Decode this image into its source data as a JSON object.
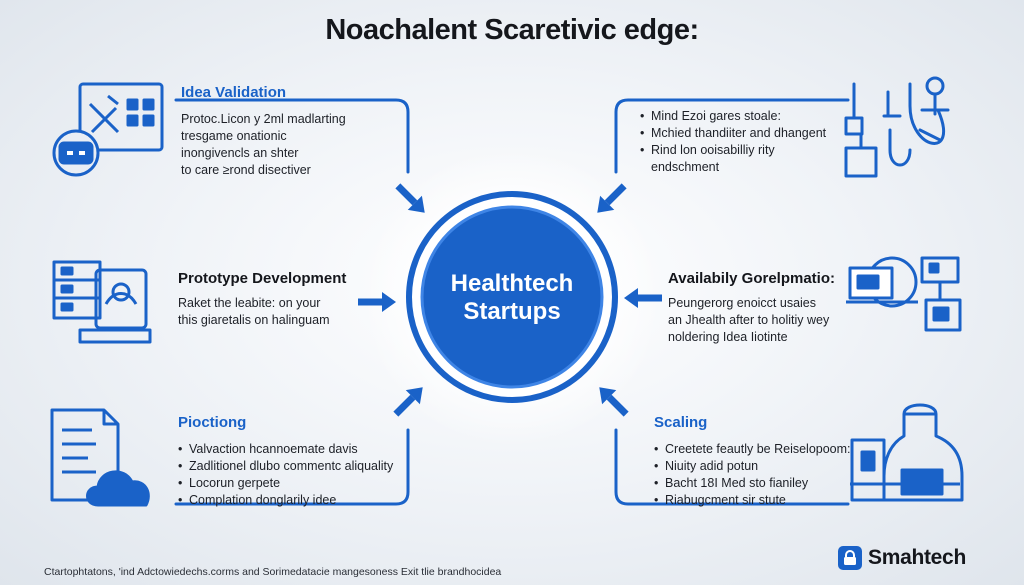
{
  "title": "Noachalent Scaretivic edge:",
  "center": {
    "line1": "Healthtech",
    "line2": "Startups"
  },
  "sections": {
    "idea_validation": {
      "title": "Idea Validation",
      "lines": [
        "Protoc.Licon y 2ml madlarting",
        "tresgame onationic",
        "inongivencls an shter",
        "to care ≥rond disectiver"
      ]
    },
    "mind_games": {
      "title": "Mind Ezoi gares stoale:",
      "bullets": [
        "Mind Ezoi gares stoale:",
        "Mchied thandiiter and dhangent",
        "Rind lon ooisabilliy rity"
      ],
      "extra": "endschment"
    },
    "prototype": {
      "title": "Prototype Development",
      "lines": [
        "Raket the leabite: on your",
        "this giaretalis on halinguam"
      ]
    },
    "availability": {
      "title": "Availabily Gorelpmatio:",
      "lines": [
        "Peungerorg enoicct usaies",
        "an Jhealth after to holitiy wey",
        "noldering Idea Iiotinte"
      ]
    },
    "piloting": {
      "title": "Pioctiong",
      "bullets": [
        "Valvaction hcannoemate davis",
        "Zadlitionel dlubo commentc aliquality",
        "Locorun gerpete",
        "Complation donglarily idee"
      ]
    },
    "scaling": {
      "title": "Scaling",
      "bullets": [
        "Creetete feautly be Reiselopoom:",
        "Niuity adid potun",
        "Bacht 18I Med sto fianiley",
        "Riabugcment sir stute"
      ]
    }
  },
  "footer": "Ctartophtatons, 'ind Adctowiedechs.corms and Sorimedatacie mangesoness Exit tlie brandhocidea",
  "brand": {
    "name": "Smahtech",
    "mark_icon": "lock-icon"
  },
  "colors": {
    "accent": "#1a62c8",
    "dark": "#15171c",
    "background": "#eef1f5"
  }
}
